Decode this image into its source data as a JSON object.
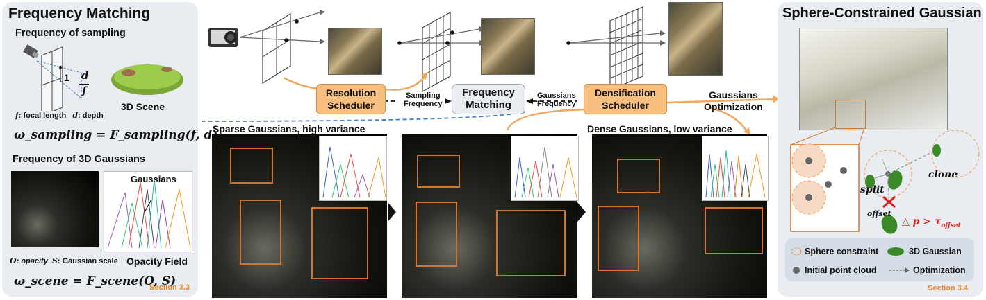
{
  "left": {
    "title": "Frequency Matching",
    "sub_sampling": "Frequency of sampling",
    "num_one": "1",
    "frac_d": "d",
    "frac_f": "f",
    "scene_label": "3D Scene",
    "legend_f": "f",
    "legend_f_text": ": focal length",
    "legend_d": "d",
    "legend_d_text": ": depth",
    "eq_sampling": "ω_sampling = F_sampling(f, d)",
    "sub_3dg": "Frequency of 3D Gaussians",
    "gauss_label": "Gaussians",
    "legend_o": "O",
    "legend_o_text": ": opacity",
    "legend_s": "S",
    "legend_s_text": ": Gaussian scale",
    "opacity_field": "Opacity Field",
    "eq_scene": "ω_scene = F_scene(O, S)",
    "section": "Section 3.3"
  },
  "middle": {
    "res_scheduler_1": "Resolution",
    "res_scheduler_2": "Scheduler",
    "sampling_freq_1": "Sampling",
    "sampling_freq_2": "Frequency",
    "freq_match_1": "Frequency",
    "freq_match_2": "Matching",
    "gauss_freq_1": "Gaussians",
    "gauss_freq_2": "Frequency",
    "dens_scheduler_1": "Densification",
    "dens_scheduler_2": "Scheduler",
    "gauss_opt_1": "Gaussians",
    "gauss_opt_2": "Optimization",
    "sparse_label": "Sparse Gaussians,  high variance",
    "dense_label": "Dense Gaussians,  low variance"
  },
  "right": {
    "title": "Sphere-Constrained Gaussian",
    "split": "split",
    "clone": "clone",
    "offset": "offset",
    "delta_eq": "△ p > τ",
    "delta_sub": "offset",
    "legend_sphere": "Sphere constraint",
    "legend_3dg": "3D Gaussian",
    "legend_init": "Initial point cloud",
    "legend_opt": "Optimization",
    "section": "Section 3.4"
  },
  "colors": {
    "orange": "#f0a860",
    "orange_border": "#d98c3c",
    "panel": "#e9edf2",
    "blue_dash": "#4a7ec8",
    "green": "#3a8a2a",
    "red": "#e02020"
  }
}
